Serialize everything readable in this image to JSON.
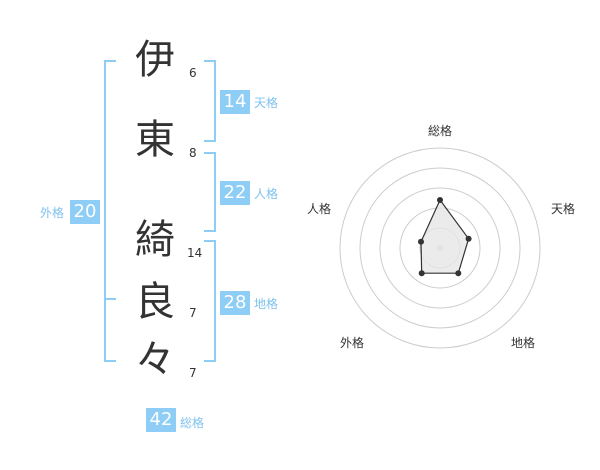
{
  "characters": [
    {
      "char": "伊",
      "strokes": "6"
    },
    {
      "char": "東",
      "strokes": "8"
    },
    {
      "char": "綺",
      "strokes": "14"
    },
    {
      "char": "良",
      "strokes": "7"
    },
    {
      "char": "々",
      "strokes": "7"
    }
  ],
  "scores": {
    "tenkaku": {
      "label": "天格",
      "value": "14"
    },
    "jinkaku": {
      "label": "人格",
      "value": "22"
    },
    "chikaku": {
      "label": "地格",
      "value": "28"
    },
    "gaikaku": {
      "label": "外格",
      "value": "20"
    },
    "soukaku": {
      "label": "総格",
      "value": "42"
    }
  },
  "radar": {
    "labels": {
      "top": "総格",
      "right_upper": "天格",
      "right_lower": "地格",
      "left_lower": "外格",
      "left_upper": "人格"
    },
    "levels": 5,
    "values": {
      "soukaku": 0.5,
      "tenkaku": 0.18,
      "chikaku": 0.2,
      "gaikaku": 0.2,
      "jinkaku": 0.0
    },
    "colors": {
      "grid": "#cccccc",
      "fill": "#e6e6e6",
      "line": "#333333",
      "point": "#333333",
      "center": "#cccccc"
    }
  },
  "colors": {
    "accent": "#8ecdf5",
    "accent_text": "#7fc2ef"
  }
}
